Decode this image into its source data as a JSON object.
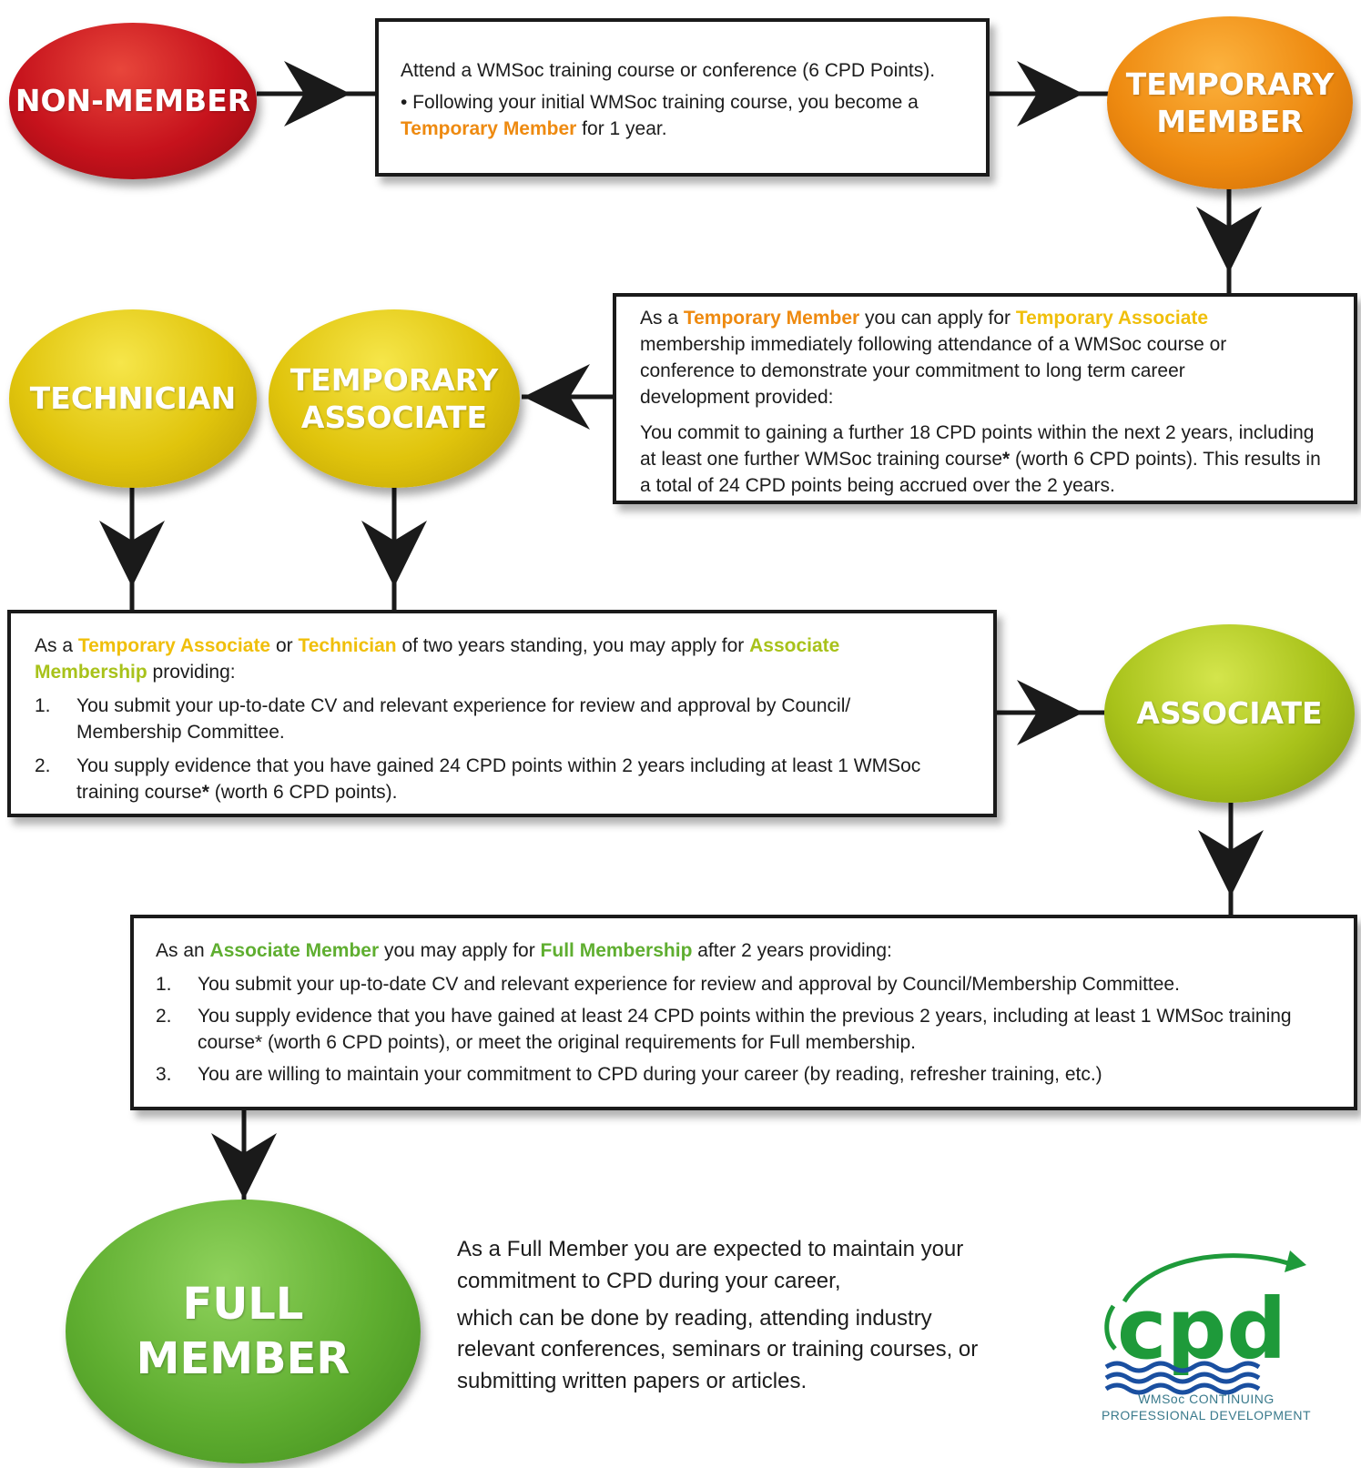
{
  "stages": {
    "non_member": "NON-MEMBER",
    "temporary_member": [
      "TEMPORARY",
      "MEMBER"
    ],
    "technician": "TECHNICIAN",
    "temporary_associate": [
      "TEMPORARY",
      "ASSOCIATE"
    ],
    "associate": "ASSOCIATE",
    "full_member": [
      "FULL",
      "MEMBER"
    ]
  },
  "box1": {
    "line1": "Attend a WMSoc training course or conference (6 CPD Points).",
    "line2": "• Following your initial WMSoc training course, you become a",
    "hl1": "Temporary Member",
    "line3": " for 1 year."
  },
  "box2": {
    "pre": "As a ",
    "hl1": "Temporary Member",
    "mid": " you can apply for ",
    "hl2": "Temporary Associate",
    "p1_rest": " membership  immediately following attendance of a WMSoc course or conference to demonstrate your commitment to long term career development provided:",
    "p2_a": "You commit to gaining a further 18 CPD points within the next 2 years, including at least one further WMSoc training course",
    "star": "*",
    "p2_b": " (worth 6 CPD points). This results in a total of 24 CPD points being accrued over the 2 years."
  },
  "box3": {
    "pre": "As a ",
    "hl1": "Temporary Associate",
    "or": " or ",
    "hl2": "Technician",
    "mid": " of two years standing, you may apply for ",
    "hl3": "Associate Membership",
    "post": " providing:",
    "items": [
      {
        "n": "1.",
        "text": "You submit your up-to-date CV and relevant experience for review and approval by Council/ Membership Committee."
      },
      {
        "n": "2.",
        "a": "You supply evidence that you have gained 24 CPD points within 2 years including at least 1 WMSoc training course",
        "star": "*",
        "b": " (worth 6 CPD points)."
      }
    ]
  },
  "box4": {
    "pre": "As an ",
    "hl1": "Associate Member",
    "mid": " you may apply for ",
    "hl2": "Full Membership",
    "post": " after 2 years providing:",
    "items": [
      {
        "n": "1.",
        "text": "You submit your up-to-date CV and relevant experience for review and approval by Council/Membership Committee."
      },
      {
        "n": "2.",
        "text": "You supply evidence that you have gained at least 24 CPD points within the previous 2 years, including at least 1 WMSoc training course* (worth 6 CPD points), or meet the original requirements for Full membership."
      },
      {
        "n": "3.",
        "text": "You are willing to maintain your commitment to CPD during your career (by reading, refresher training, etc.)"
      }
    ]
  },
  "full_member_text": {
    "p1": "As a Full Member you are expected to maintain your commitment to CPD during your career,",
    "p2": "which can be done by reading, attending industry relevant conferences, seminars or training courses, or submitting written papers or articles."
  },
  "logo": {
    "wordmark": "cpd",
    "caption_line1": "WMSoc CONTINUING",
    "caption_line2": "PROFESSIONAL DEVELOPMENT",
    "color_green": "#1e9a3a",
    "color_blue": "#1a4fa0"
  },
  "colors": {
    "red": "#c6121c",
    "orange": "#ee8a10",
    "yellow": "#e0c40c",
    "lime": "#a8c21a",
    "green": "#5fae30"
  }
}
